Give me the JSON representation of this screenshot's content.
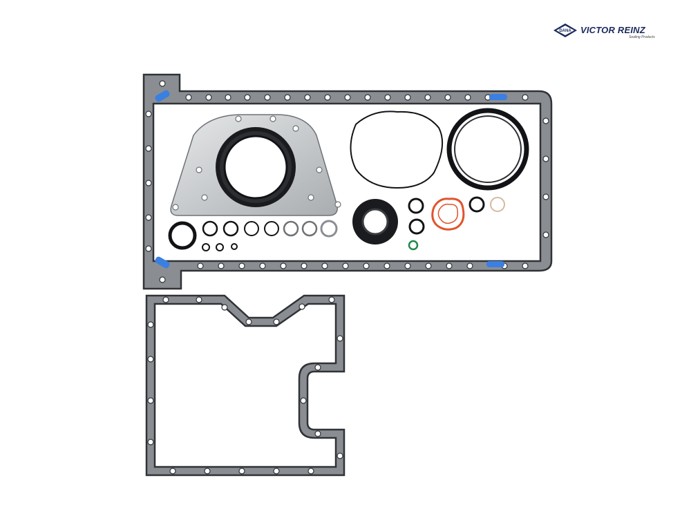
{
  "brand": {
    "mark_text": "DANA",
    "name": "VICTOR REINZ",
    "tagline": "Sealing Products",
    "color": "#1b2a5c",
    "accent": "#2a6fd6"
  },
  "colors": {
    "gasket": "#8a8e93",
    "gasket_edge": "#2f3236",
    "seal_black": "#121316",
    "aluminum": "#cfd2d4",
    "orange_ring": "#e0542d",
    "green_ring": "#1f8a4a",
    "beige_ring": "#d4b9a0",
    "blue_tab": "#3b7fe0"
  }
}
